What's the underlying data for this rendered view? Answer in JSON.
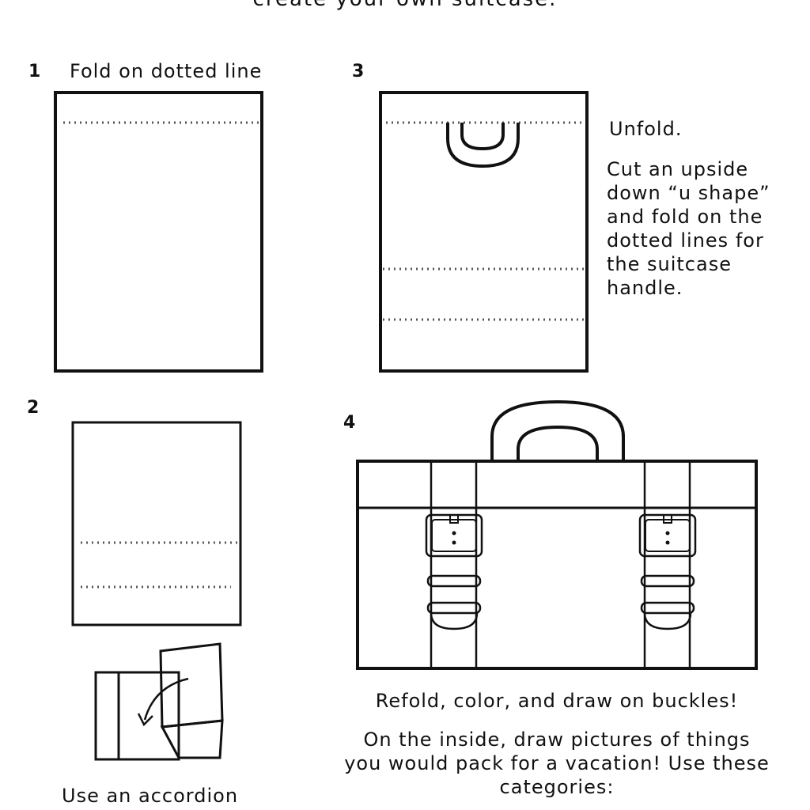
{
  "page": {
    "title": "create your own suitcase."
  },
  "step1": {
    "number": "1",
    "label": "Fold on dotted line"
  },
  "step2": {
    "number": "2",
    "caption": "Use an accordion"
  },
  "step3": {
    "number": "3",
    "lines": [
      "Unfold.",
      "Cut an upside",
      "down “u shape”",
      "and fold on the",
      "dotted lines for",
      "the suitcase",
      "handle."
    ]
  },
  "step4": {
    "number": "4",
    "instruction": "Refold, color, and draw on buckles!",
    "inside_lines": [
      "On the inside, draw pictures of things",
      "you would pack for a vacation! Use these",
      "categories:"
    ]
  },
  "colors": {
    "ink": "#111111",
    "background": "#ffffff"
  }
}
